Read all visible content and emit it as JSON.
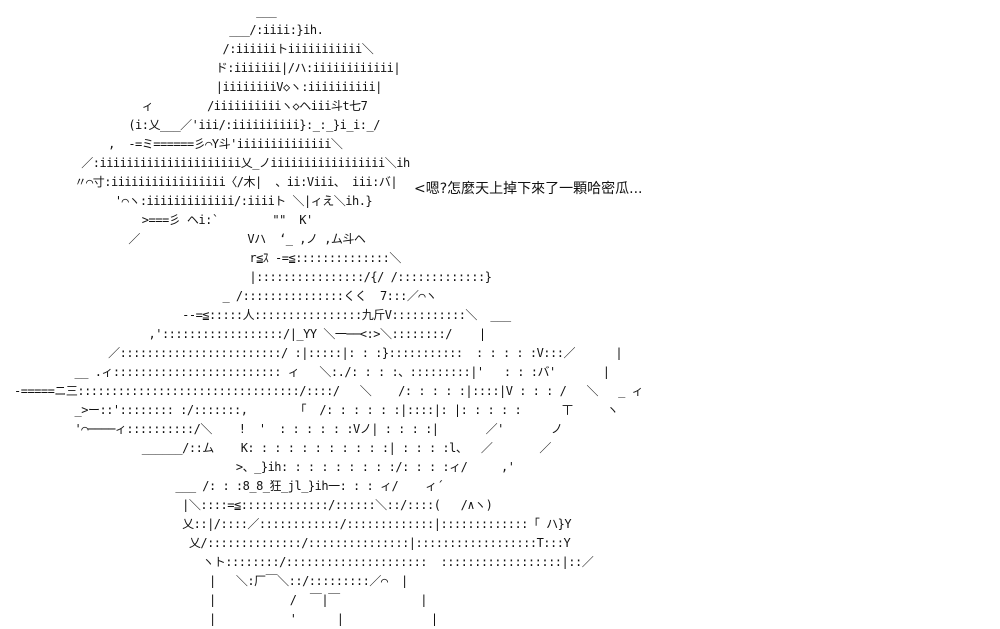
{
  "ascii_art": {
    "lines": [
      "                                    ___",
      "                                ___/:iiii:}ih.",
      "                               /:iiiiiiトiiiiiiiiiii＼",
      "                              ド:iiiiiii|/ハ:iiiiiiiiiiii|",
      "                              |iiiiiiiiV◇ヽ:iiiiiiiiii|",
      "                   ィ        /iiiiiiiiiiヽ◇ヘiii斗t七7",
      "                 (i:乂___／'iii/:iiiiiiiiii}:_:_}i_i:_/",
      "              ,  -=ミ======彡⌒Y斗'iiiiiiiiiiiiii＼",
      "          ／:iiiiiiiiiiiiiiiiiiiii乂_ノiiiiiiiiiiiiiiiii＼ih",
      "         〃⌒寸:iiiiiiiiiiiiiiiii〈/木|  、ii:Viii、 iii:バ|",
      "               '⌒ヽ:iiiiiiiiiiiii/:iiiiト ＼|ィえ＼ih.}",
      "                   >===彡 ヘi:`        \"\"  K'",
      "                 ／                Vハ  ‘_ ,ノ ,ム斗ヘ",
      "                                   r≦ｽ -=≦::::::::::::::＼",
      "                                   |::::::::::::::::/{/ /:::::::::::::}",
      "                               _ /:::::::::::::::くく  7:::／⌒ヽ",
      "                         --=≦:::::人::::::::::::::::九斤V:::::::::::＼  ___",
      "                    ,'::::::::::::::::::/|_YY ＼一──<:>＼::::::::/    |",
      "              ／::::::::::::::::::::::::/ :|:::::|: : :}:::::::::::  : : : : :V:::／      |",
      "         __ .ィ::::::::::::::::::::::::: ィ   ＼:./: : : :、:::::::::|'   : : :バ'       |",
      "-=====ニ三:::::::::::::::::::::::::::::::::/::::/   ＼    /: : : : :|::::|V : : : /   ＼   _ ィ",
      "         _>ー::':::::::: :/:::::::,       「  /: : : : : :|::::|: |: : : : :      ㄒ     ヽ",
      "         '⌒────ィ::::::::::/＼    !  '  : : : : : :Vノ| : : : :|       ／'       ノ",
      "                   ______/::ム    K: : : : : : : : : : :| : : : :l、  ／       ／",
      "                                 >、_}ih: : : : : : : : :/: : : :ィ/     ,'",
      "                        ___ /: : :8_8_狂_jl_}ih一: : : ィ/    ィ´",
      "                         |＼::::=≦:::::::::::::/::::::＼::/::::(   /∧ヽ)",
      "                         乂::|/::::／::::::::::::/:::::::::::::|:::::::::::::「 ハ}Y",
      "                          乂/::::::::::::::/:::::::::::::::|::::::::::::::::::T:::Y",
      "                            ヽト::::::::/:::::::::::::::::::::  ::::::::::::::::::|::／",
      "                             |   ＼:厂￣＼::/:::::::::／⌒  |",
      "                             |           /  ￣|￣            |",
      "                             |           '      |             |"
    ]
  },
  "speech": {
    "text": "<嗯?怎麼天上掉下來了一顆哈密瓜..."
  }
}
